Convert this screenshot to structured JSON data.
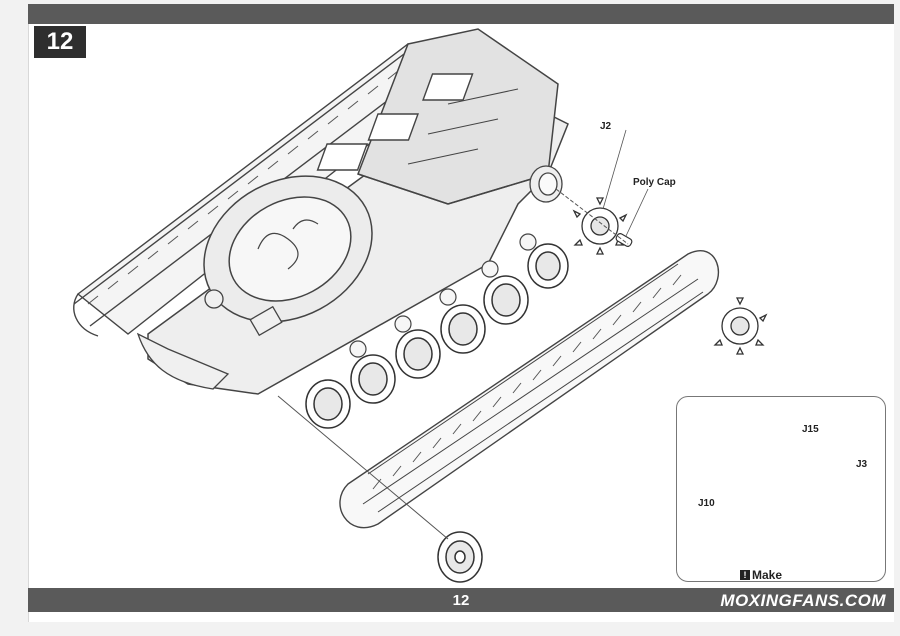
{
  "step_number": "12",
  "page_number": "12",
  "labels": {
    "j2": "J2",
    "poly_cap": "Poly Cap",
    "j15": "J15",
    "j3": "J3",
    "j10": "J10"
  },
  "make_note": "Make",
  "watermark": "MOXINGFANS.COM"
}
